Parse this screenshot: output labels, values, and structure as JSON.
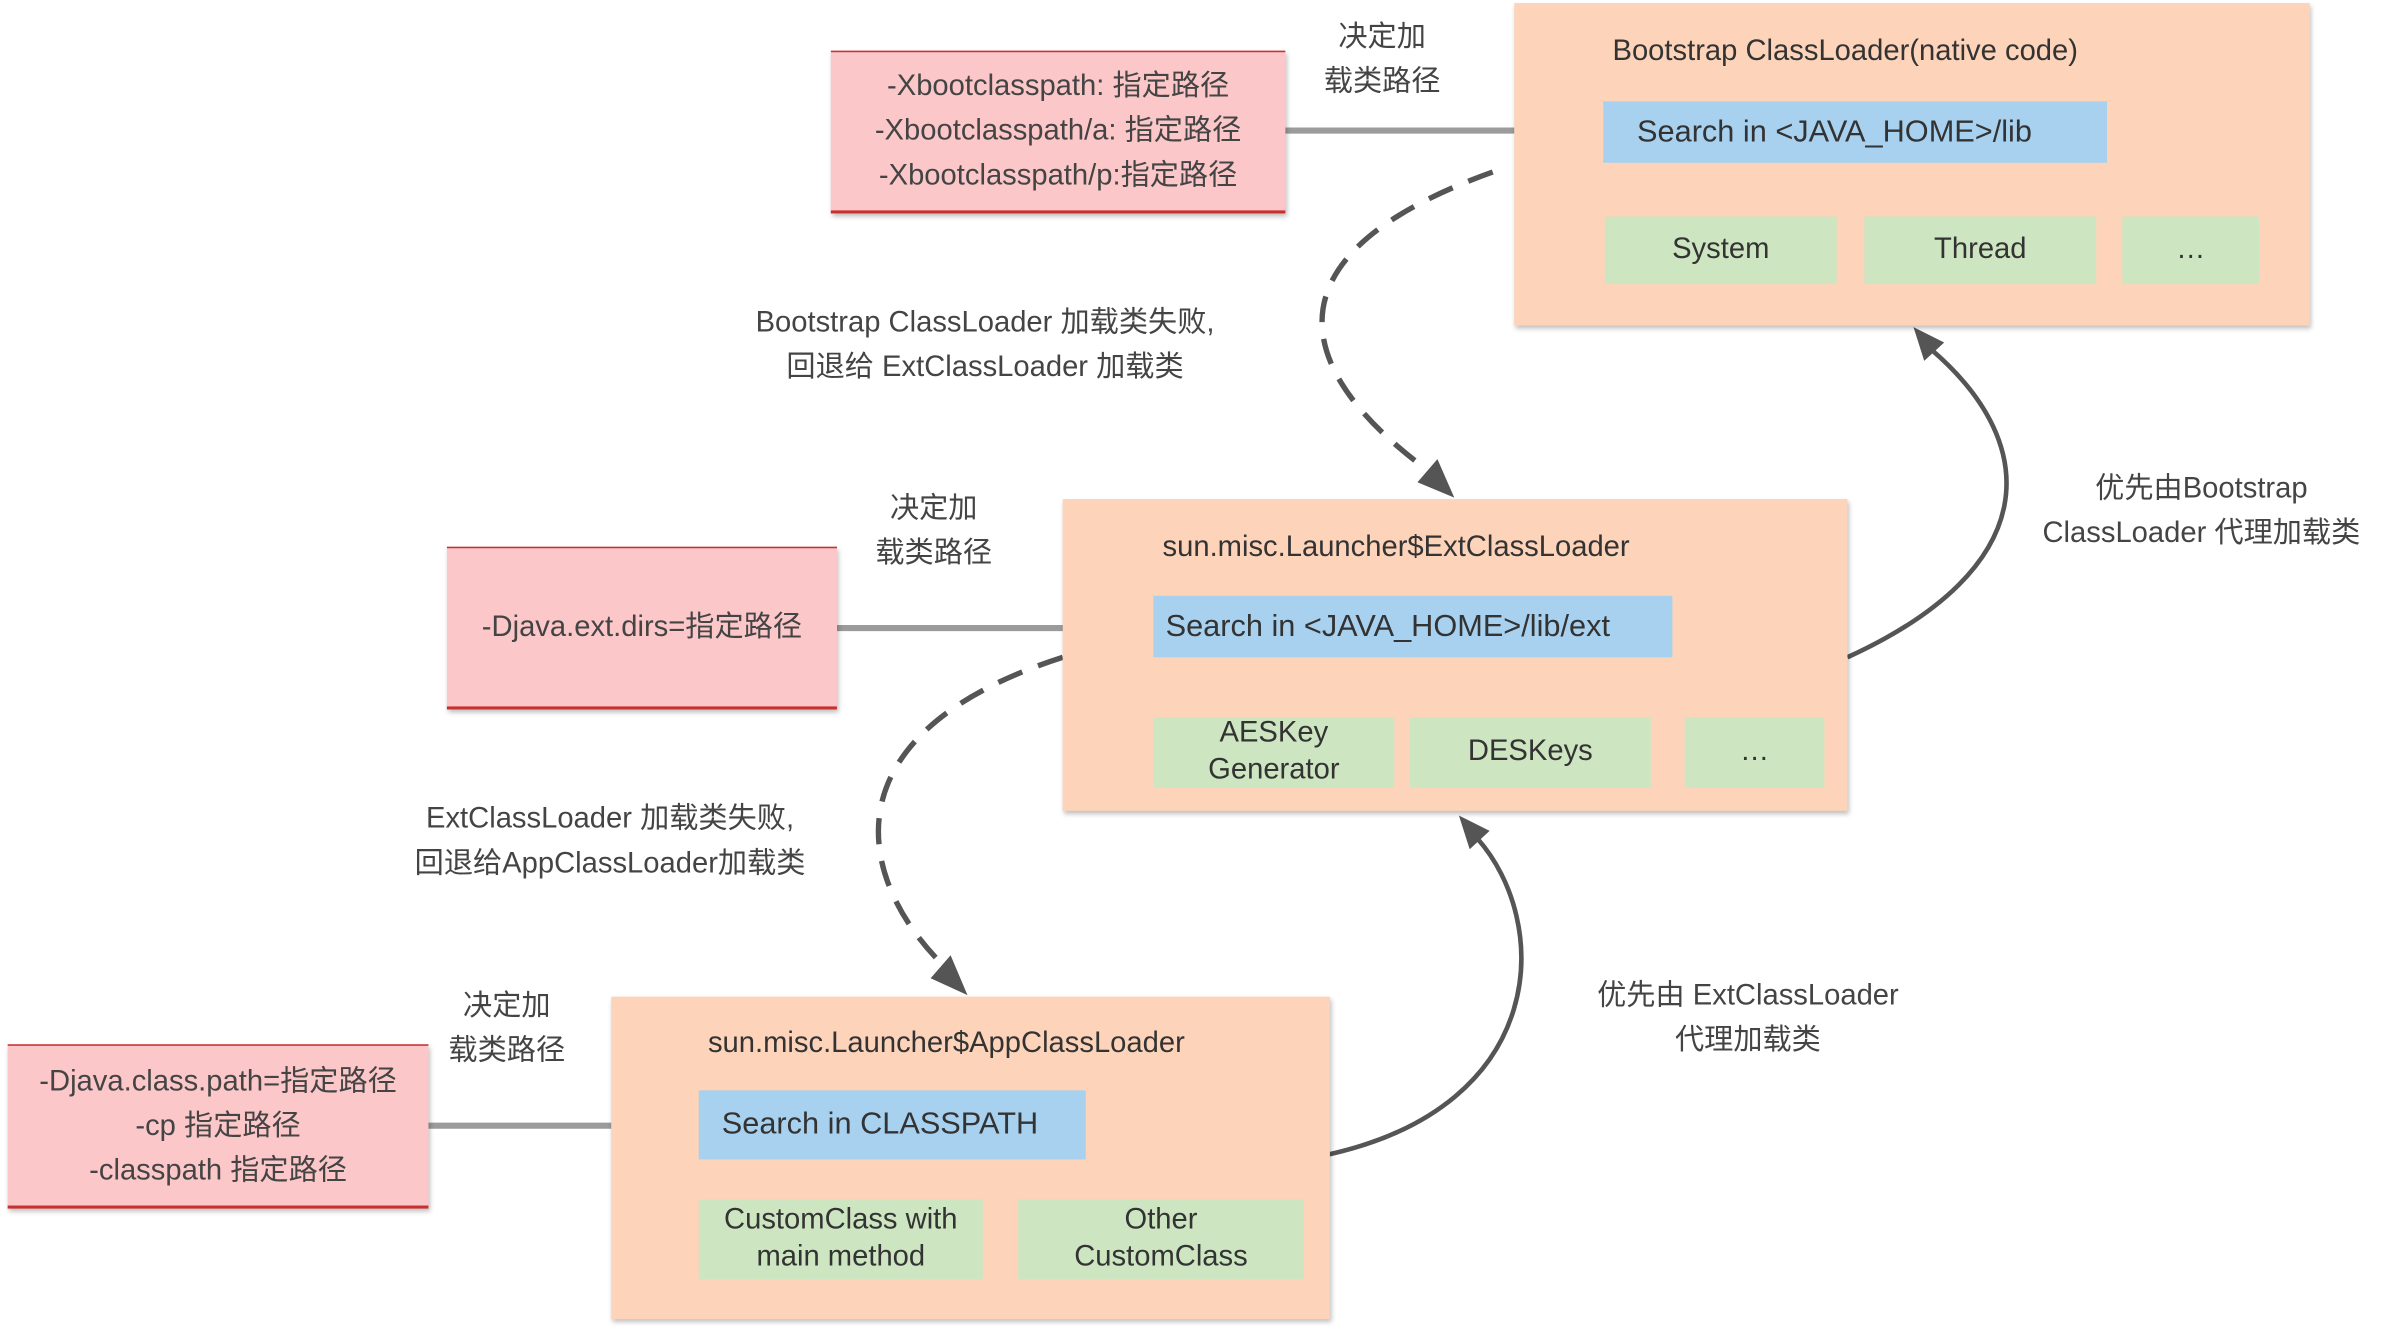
{
  "bootstrap": {
    "title": "Bootstrap ClassLoader(native code)",
    "search": "Search in <JAVA_HOME>/lib",
    "classes": [
      "System",
      "Thread",
      "…"
    ]
  },
  "ext": {
    "title": "sun.misc.Launcher$ExtClassLoader",
    "search": "Search in <JAVA_HOME>/lib/ext",
    "classes": [
      [
        "AESKey",
        "Generator"
      ],
      [
        "DESKeys"
      ],
      [
        "…"
      ]
    ]
  },
  "app": {
    "title": "sun.misc.Launcher$AppClassLoader",
    "search": "Search in CLASSPATH",
    "classes": [
      [
        "CustomClass with",
        "main method"
      ],
      [
        "Other",
        "CustomClass"
      ]
    ]
  },
  "options": {
    "bootstrap": [
      "-Xbootclasspath: 指定路径",
      "-Xbootclasspath/a: 指定路径",
      "-Xbootclasspath/p:指定路径"
    ],
    "ext": [
      "-Djava.ext.dirs=指定路径"
    ],
    "app": [
      "-Djava.class.path=指定路径",
      "-cp 指定路径",
      "-classpath 指定路径"
    ]
  },
  "labels": {
    "decide_path": [
      "决定加",
      "载类路径"
    ],
    "fallback_to_ext": [
      "Bootstrap ClassLoader 加载类失败,",
      "回退给 ExtClassLoader 加载类"
    ],
    "fallback_to_app": [
      "ExtClassLoader 加载类失败,",
      "回退给AppClassLoader加载类"
    ],
    "delegate_to_bootstrap": [
      "优先由Bootstrap",
      "ClassLoader 代理加载类"
    ],
    "delegate_to_ext": [
      "优先由 ExtClassLoader",
      "代理加载类"
    ]
  },
  "colors": {
    "loader_fill": "#fdd3b9",
    "option_fill": "#fcc7c9",
    "option_border": "#c8302f",
    "search_fill": "#a7d1ef",
    "class_fill": "#cde6c1",
    "path_arrow": "#9b9b9b",
    "flow_arrow": "#555555"
  }
}
